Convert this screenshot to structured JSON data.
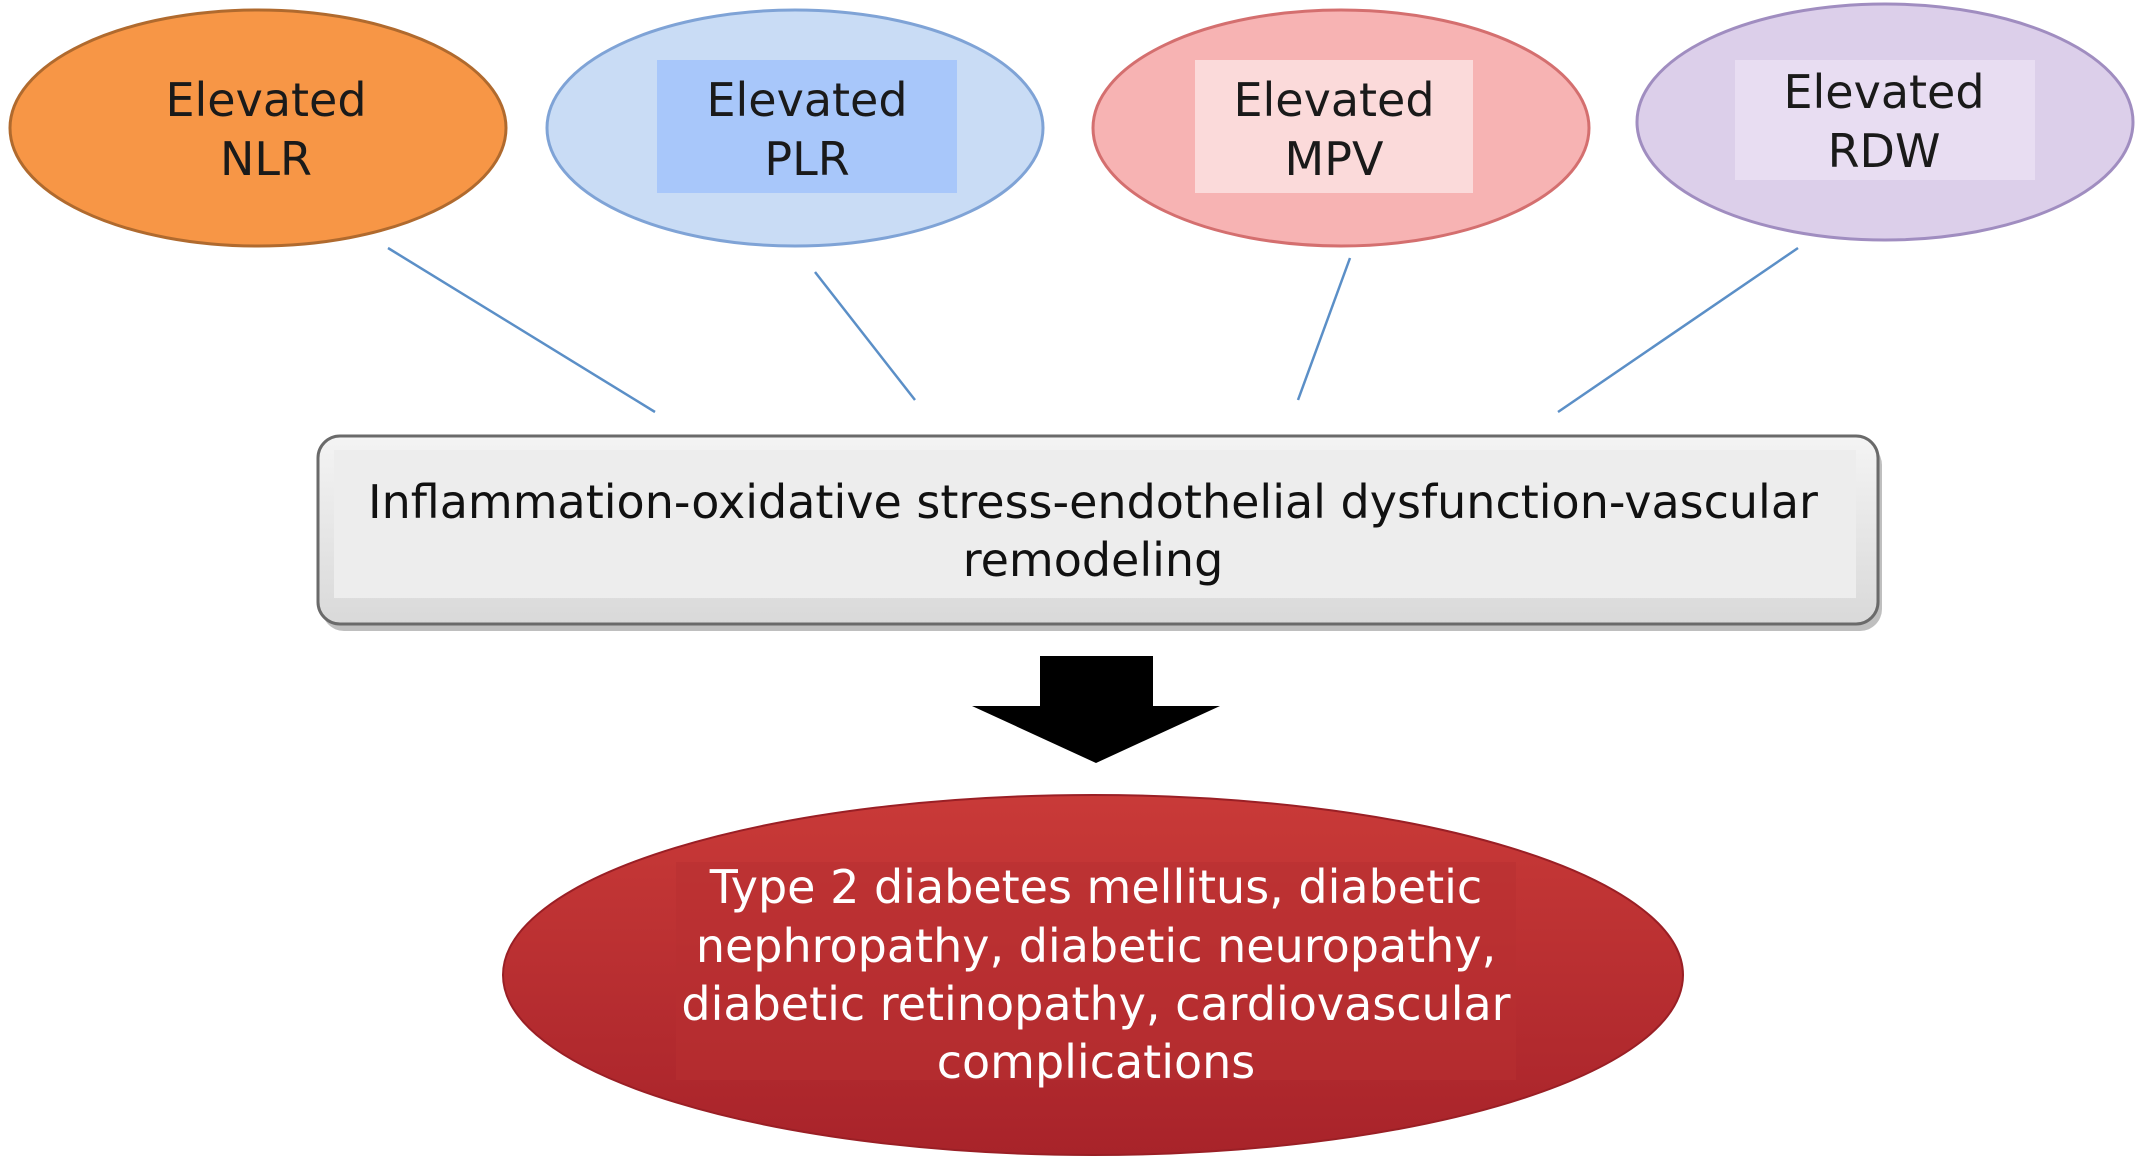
{
  "markers": [
    {
      "id": "nlr",
      "line1": "Elevated",
      "line2": "NLR",
      "fill": "#F79646",
      "stroke": "#B06A2E",
      "label_bg": "#F79646",
      "text_color": "#1a1a1a"
    },
    {
      "id": "plr",
      "line1": "Elevated",
      "line2": "PLR",
      "fill": "#C9DCF5",
      "stroke": "#7FA3D6",
      "label_bg": "#A8C7FA",
      "text_color": "#1a1a1a"
    },
    {
      "id": "mpv",
      "line1": "Elevated",
      "line2": "MPV",
      "fill": "#F7B3B3",
      "stroke": "#D46F6F",
      "label_bg": "#FBDADA",
      "text_color": "#1a1a1a"
    },
    {
      "id": "rdw",
      "line1": "Elevated",
      "line2": "RDW",
      "fill": "#DCCFEA",
      "stroke": "#A08DC0",
      "label_bg": "#E8DDF2",
      "text_color": "#1a1a1a"
    }
  ],
  "mechanism": {
    "line1": "Inflammation-oxidative stress-endothelial dysfunction-vascular",
    "line2": "remodeling",
    "fill": "#EDEDED",
    "stroke": "#6A6A6A"
  },
  "arrow": {
    "color": "#000000"
  },
  "outcome": {
    "line1": "Type 2 diabetes mellitus, diabetic",
    "line2": "nephropathy, diabetic neuropathy,",
    "line3": "diabetic retinopathy, cardiovascular",
    "line4": "complications",
    "fill_top": "#C93A38",
    "fill_bottom": "#A8232A",
    "label_bg": "#B83032",
    "text_color": "#ffffff"
  },
  "connector_color": "#5B8FC7"
}
